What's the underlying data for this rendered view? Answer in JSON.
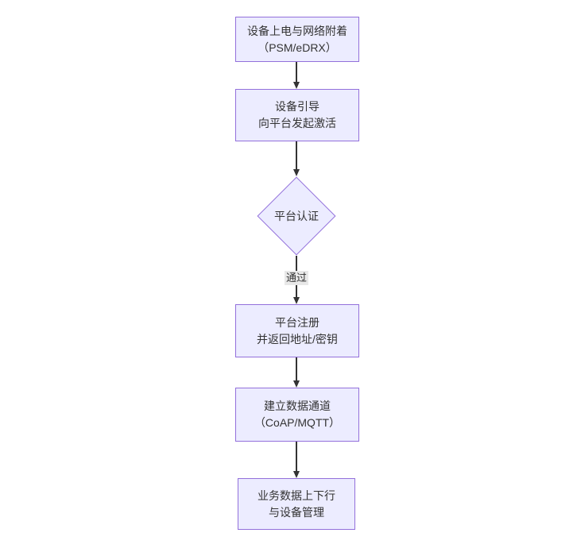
{
  "diagram": {
    "type": "flowchart-top-down",
    "background_color": "#ffffff",
    "colors": {
      "node_fill": "#ECECFF",
      "node_border": "#9370DB",
      "edge_color": "#333333",
      "text_color": "#333333",
      "edge_label_bg": "#e8e8e8"
    },
    "nodes": [
      {
        "id": "power-attach",
        "shape": "rect",
        "line1": "设备上电与网络附着",
        "line2": "（PSM/eDRX）"
      },
      {
        "id": "bootstrap",
        "shape": "rect",
        "line1": "设备引导",
        "line2": "向平台发起激活"
      },
      {
        "id": "platform-auth",
        "shape": "diamond",
        "line1": "平台认证",
        "line2": ""
      },
      {
        "id": "register",
        "shape": "rect",
        "line1": "平台注册",
        "line2": "并返回地址/密钥"
      },
      {
        "id": "data-channel",
        "shape": "rect",
        "line1": "建立数据通道",
        "line2": "（CoAP/MQTT）"
      },
      {
        "id": "business",
        "shape": "rect",
        "line1": "业务数据上下行",
        "line2": "与设备管理"
      }
    ],
    "edges": [
      {
        "from": "power-attach",
        "to": "bootstrap",
        "label": ""
      },
      {
        "from": "bootstrap",
        "to": "platform-auth",
        "label": ""
      },
      {
        "from": "platform-auth",
        "to": "register",
        "label": "通过"
      },
      {
        "from": "register",
        "to": "data-channel",
        "label": ""
      },
      {
        "from": "data-channel",
        "to": "business",
        "label": ""
      }
    ]
  }
}
